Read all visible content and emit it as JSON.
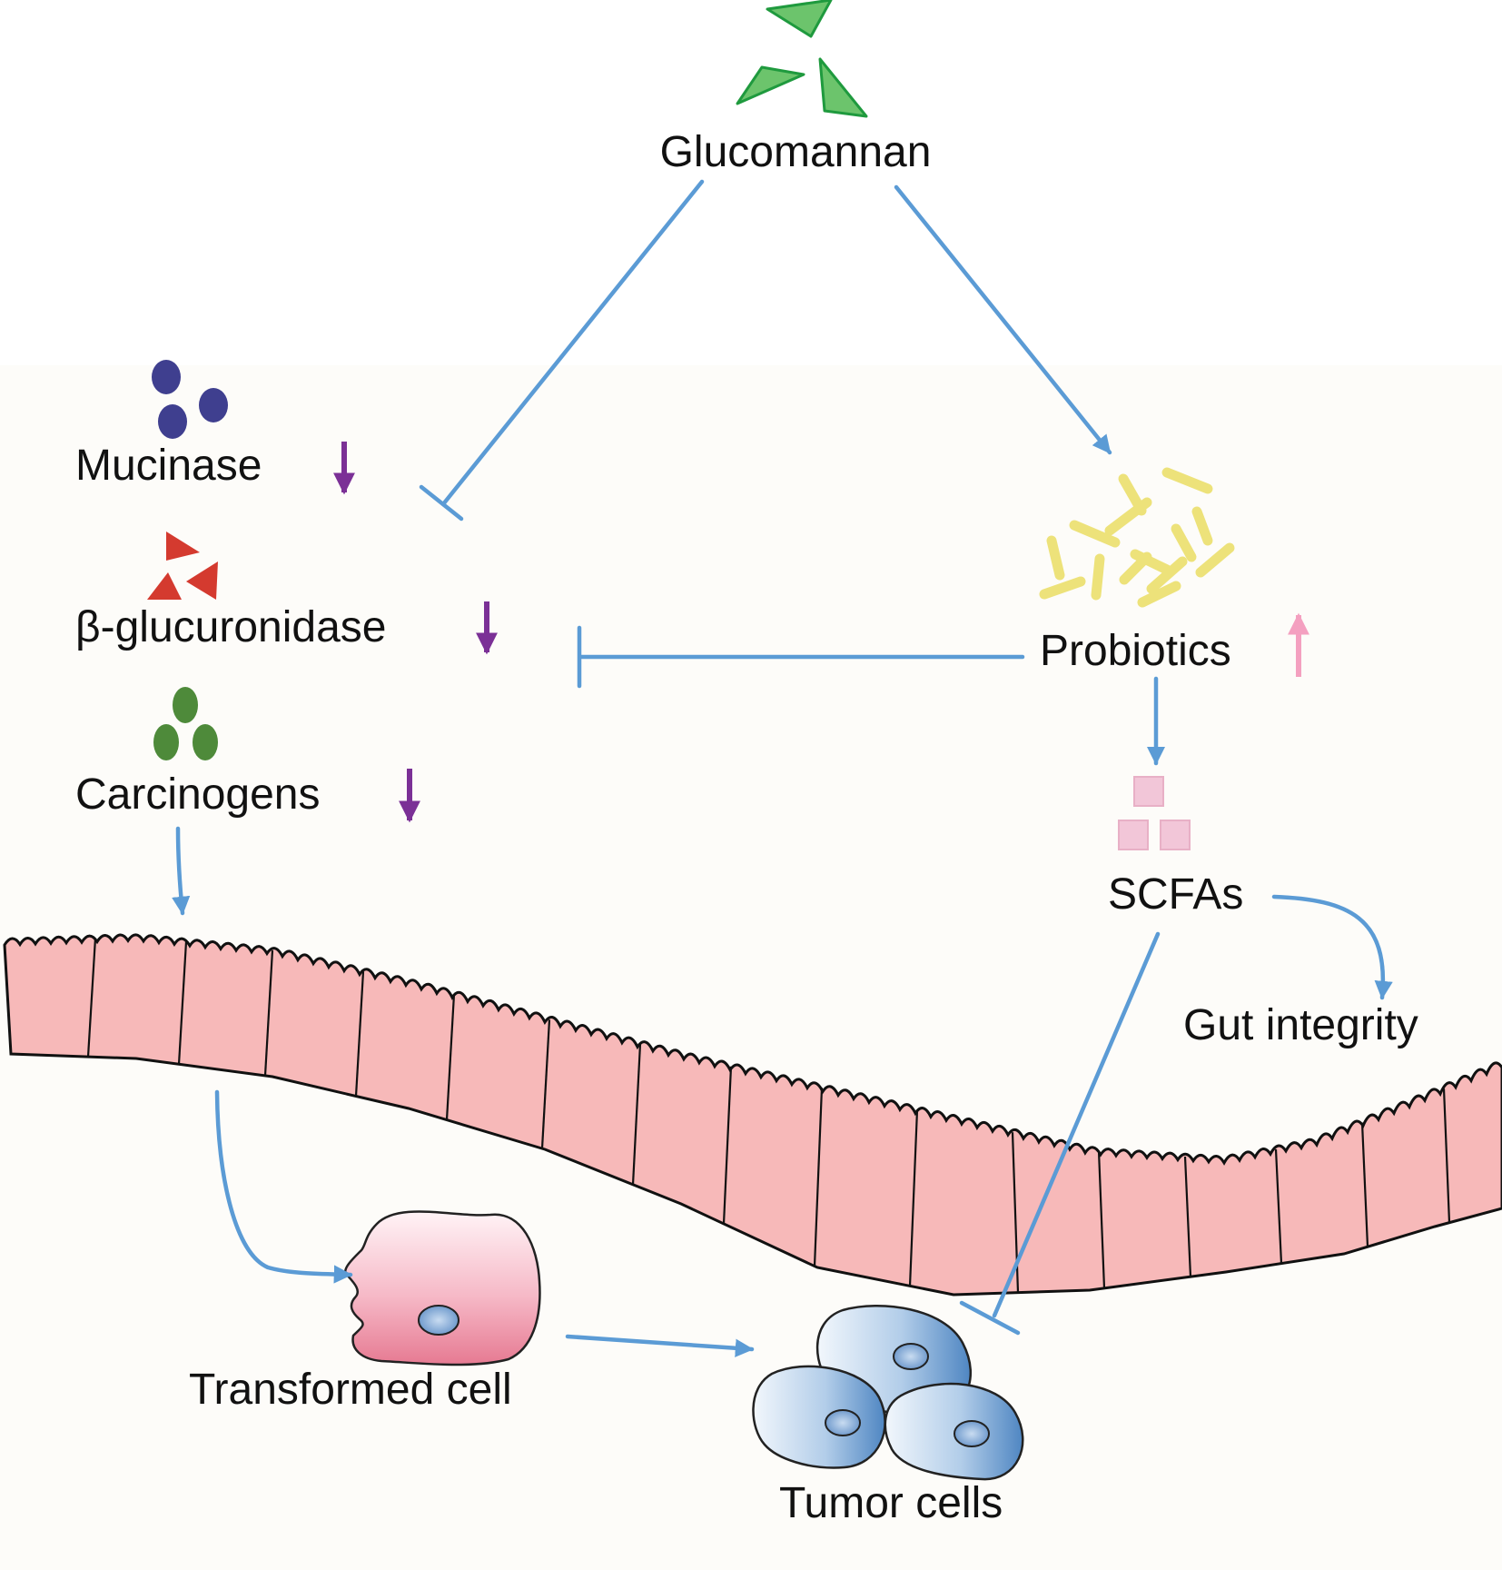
{
  "labels": {
    "glucomannan": "Glucomannan",
    "mucinase": "Mucinase",
    "beta_glucuronidase": "β-glucuronidase",
    "carcinogens": "Carcinogens",
    "probiotics": "Probiotics",
    "scfas": "SCFAs",
    "gut_integrity": "Gut integrity",
    "transformed_cell": "Transformed cell",
    "tumor_cells": "Tumor cells"
  },
  "colors": {
    "arrow_blue": "#5b9bd5",
    "decrease_purple": "#7b3096",
    "increase_pink": "#f4a0c0",
    "glucomannan_green": "#6cc46c",
    "mucinase_navy": "#3f3f8f",
    "glucuronidase_red": "#d43a2f",
    "carcinogen_green": "#4e8a3a",
    "probiotic_yellow": "#ede27a",
    "scfa_pink": "#f2c6d8",
    "epithelium_pink": "#f7b9b9",
    "tumor_blue": "#6f9fcf"
  },
  "icons": {
    "glucomannan": "green-triangles-icon",
    "mucinase": "navy-ovals-icon",
    "beta_glucuronidase": "red-triangles-icon",
    "carcinogens": "green-ovals-icon",
    "probiotics": "yellow-rod-bacteria-icon",
    "scfas": "pink-squares-icon",
    "transformed_cell": "pink-cell-icon",
    "tumor_cells": "blue-cells-icon"
  },
  "indicators": {
    "mucinase": "decrease",
    "beta_glucuronidase": "decrease",
    "carcinogens": "decrease",
    "probiotics": "increase"
  }
}
